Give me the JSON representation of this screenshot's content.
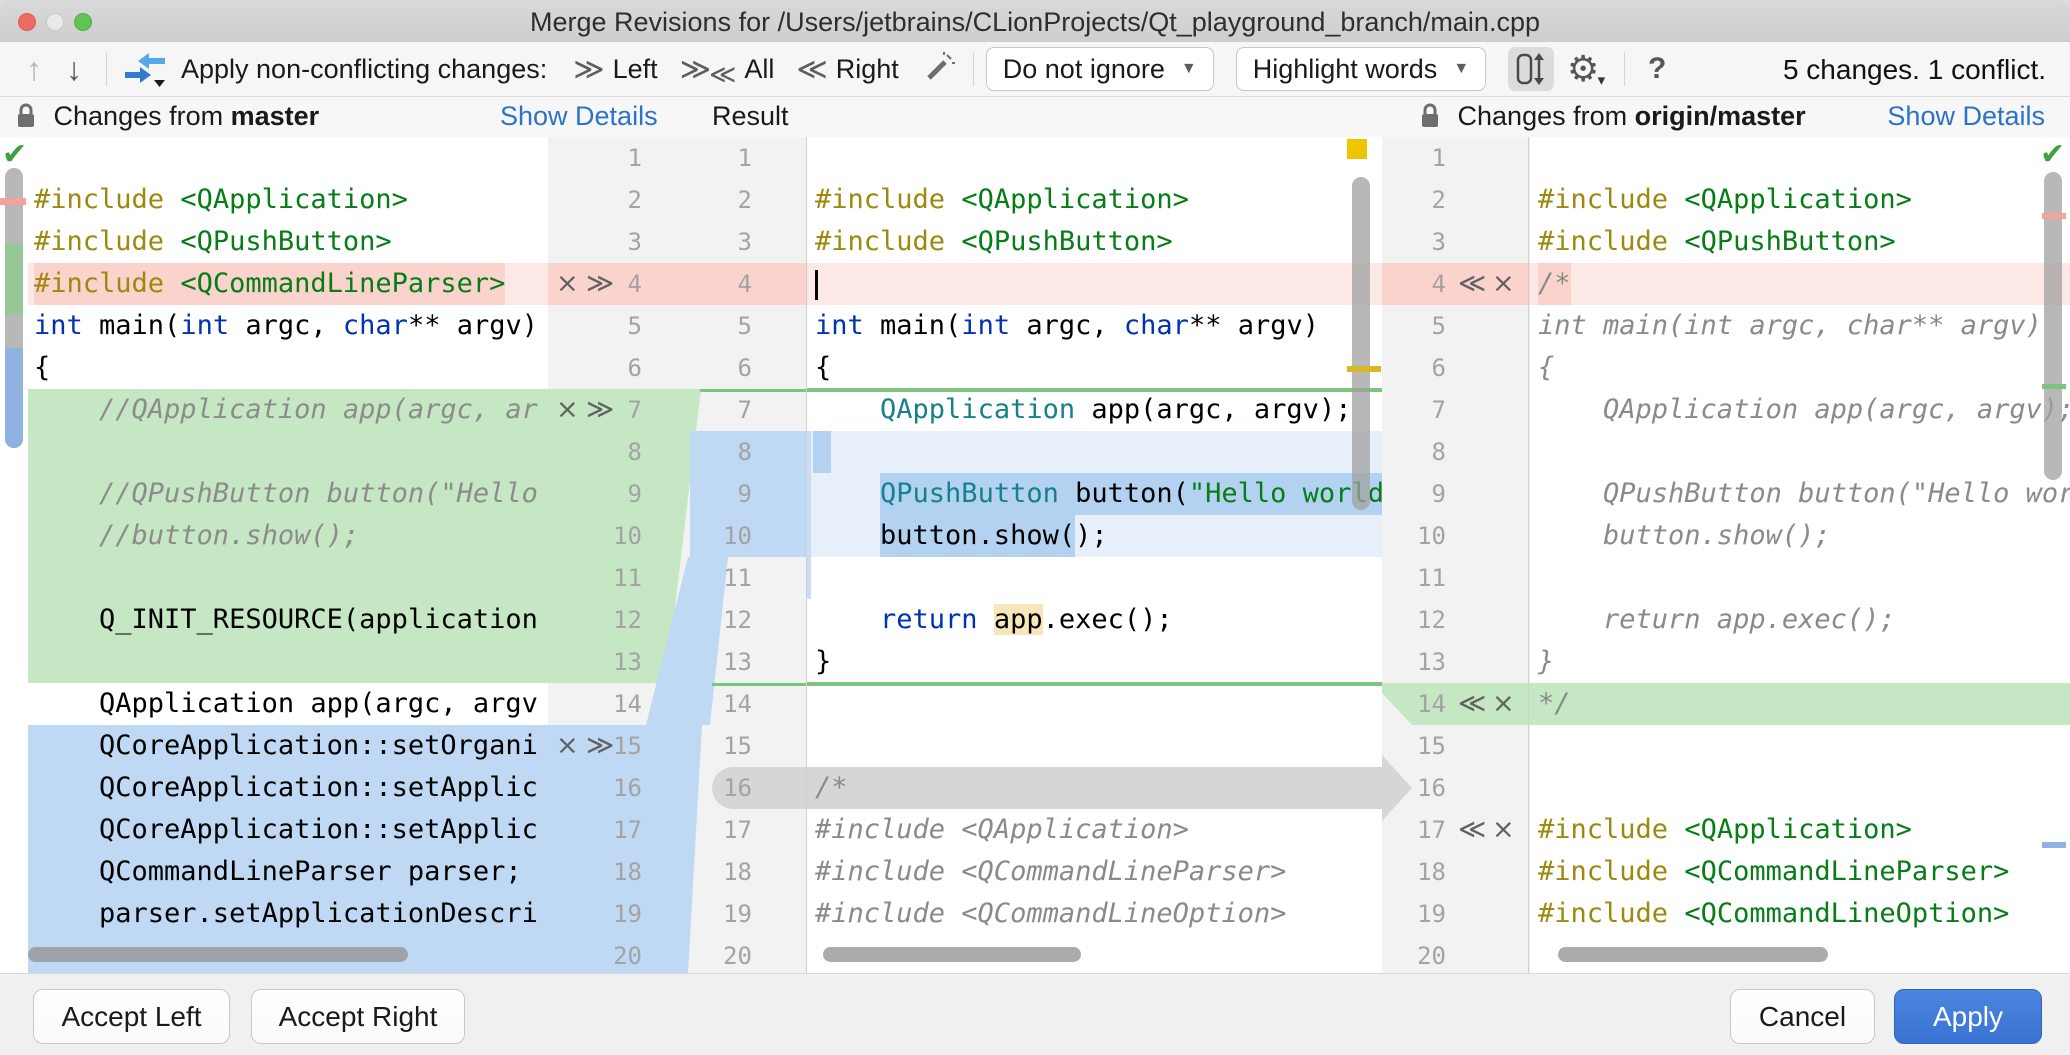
{
  "window": {
    "title": "Merge Revisions for /Users/jetbrains/CLionProjects/Qt_playground_branch/main.cpp"
  },
  "toolbar": {
    "apply_label": "Apply non-conflicting changes:",
    "apply_left": "Left",
    "apply_all": "All",
    "apply_right": "Right",
    "ignore_value": "Do not ignore",
    "highlight_value": "Highlight words",
    "help": "?",
    "summary": "5 changes. 1 conflict."
  },
  "headers": {
    "left_prefix": "Changes from ",
    "left_branch": "master",
    "left_details": "Show Details",
    "result_title": "Result",
    "right_prefix": "Changes from ",
    "right_branch": "origin/master",
    "right_details": "Show Details"
  },
  "footer": {
    "accept_left": "Accept Left",
    "accept_right": "Accept Right",
    "cancel": "Cancel",
    "apply": "Apply"
  },
  "glyphs": {
    "up_arrow": "↑",
    "down_arrow": "↓",
    "chev_right": "≫",
    "chev_left": "≪",
    "cross": "×",
    "dropdown_caret": "▼",
    "gear": "⚙",
    "check": "✔",
    "menu_caret": "▾"
  },
  "colors": {
    "apply_button": "#3D7BD9",
    "link_blue": "#2D72C8",
    "insert_green": "#C5E7C4",
    "change_blue": "#BFD8F4",
    "delete_red": "#FAD3CC",
    "conflict_gray": "#D6D6D6",
    "word_highlight_yellow": "#F6E6BA",
    "marker_yellow": "#E3C10E"
  },
  "line_numbers": [
    1,
    2,
    3,
    4,
    5,
    6,
    7,
    8,
    9,
    10,
    11,
    12,
    13,
    14,
    15,
    16,
    17,
    18,
    19,
    20
  ],
  "gutters": {
    "middle_controls": [
      {
        "row": 4
      },
      {
        "row": 7
      },
      {
        "row": 15
      }
    ],
    "right_controls": [
      {
        "row": 4
      },
      {
        "row": 14
      },
      {
        "row": 17
      }
    ]
  },
  "panes": {
    "left": {
      "lines": [
        {
          "n": 1,
          "segs": []
        },
        {
          "n": 2,
          "segs": [
            [
              "pp",
              "#include "
            ],
            [
              "inc",
              "<QApplication>"
            ]
          ]
        },
        {
          "n": 3,
          "segs": [
            [
              "pp",
              "#include "
            ],
            [
              "inc",
              "<QPushButton>"
            ]
          ]
        },
        {
          "n": 4,
          "bg": "red2",
          "segs": [
            [
              "pp",
              "#include "
            ],
            [
              "inc",
              "<QCommandLineParser>"
            ]
          ]
        },
        {
          "n": 5,
          "segs": [
            [
              "kw",
              "int"
            ],
            [
              "pl",
              " main("
            ],
            [
              "kw",
              "int"
            ],
            [
              "pl",
              " argc, "
            ],
            [
              "kw",
              "char"
            ],
            [
              "pl",
              "** argv)"
            ]
          ]
        },
        {
          "n": 6,
          "segs": [
            [
              "pl",
              "{"
            ]
          ]
        },
        {
          "n": 7,
          "bg": "green",
          "segs": [
            [
              "com",
              "    //QApplication app(argc, ar"
            ]
          ]
        },
        {
          "n": 8,
          "bg": "green",
          "segs": []
        },
        {
          "n": 9,
          "bg": "green",
          "segs": [
            [
              "com",
              "    //QPushButton button(\"Hello"
            ]
          ]
        },
        {
          "n": 10,
          "bg": "green",
          "segs": [
            [
              "com",
              "    //button.show();"
            ]
          ]
        },
        {
          "n": 11,
          "bg": "green",
          "segs": []
        },
        {
          "n": 12,
          "bg": "green",
          "segs": [
            [
              "pl",
              "    Q_INIT_RESOURCE(application"
            ]
          ]
        },
        {
          "n": 13,
          "bg": "green",
          "segs": []
        },
        {
          "n": 14,
          "segs": [
            [
              "pl",
              "    QApplication app(argc, argv"
            ]
          ]
        },
        {
          "n": 15,
          "bg": "blue",
          "segs": [
            [
              "pl",
              "    QCoreApplication::setOrgani"
            ]
          ]
        },
        {
          "n": 16,
          "bg": "blue",
          "segs": [
            [
              "pl",
              "    QCoreApplication::setApplic"
            ]
          ]
        },
        {
          "n": 17,
          "bg": "blue",
          "segs": [
            [
              "pl",
              "    QCoreApplication::setApplic"
            ]
          ]
        },
        {
          "n": 18,
          "bg": "blue",
          "segs": [
            [
              "pl",
              "    QCommandLineParser parser;"
            ]
          ]
        },
        {
          "n": 19,
          "bg": "blue",
          "segs": [
            [
              "pl",
              "    parser.setApplicationDescri"
            ]
          ]
        },
        {
          "n": 20,
          "bg": "blue",
          "segs": []
        }
      ]
    },
    "result": {
      "lines": [
        {
          "n": 1,
          "segs": []
        },
        {
          "n": 2,
          "segs": [
            [
              "pp",
              "#include "
            ],
            [
              "inc",
              "<QApplication>"
            ]
          ]
        },
        {
          "n": 3,
          "segs": [
            [
              "pp",
              "#include "
            ],
            [
              "inc",
              "<QPushButton>"
            ]
          ]
        },
        {
          "n": 4,
          "bg": "redl",
          "segs": [
            [
              "caret",
              ""
            ]
          ]
        },
        {
          "n": 5,
          "segs": [
            [
              "kw",
              "int"
            ],
            [
              "pl",
              " main("
            ],
            [
              "kw",
              "int"
            ],
            [
              "pl",
              " argc, "
            ],
            [
              "kw",
              "char"
            ],
            [
              "pl",
              "** argv)"
            ]
          ]
        },
        {
          "n": 6,
          "segs": [
            [
              "pl",
              "{"
            ]
          ]
        },
        {
          "n": 7,
          "topline": true,
          "segs": [
            [
              "pl",
              "    "
            ],
            [
              "cls",
              "QApplication"
            ],
            [
              "pl",
              " app(argc, argv);"
            ]
          ]
        },
        {
          "n": 8,
          "bg": "bluel",
          "hlband": [
            6,
            18
          ],
          "segs": []
        },
        {
          "n": 9,
          "bg": "bluel",
          "hlband": [
            73,
            null
          ],
          "segs": [
            [
              "pl",
              "    "
            ],
            [
              "cls",
              "QPushButton"
            ],
            [
              "pl",
              " button("
            ],
            [
              "str",
              "\"Hello world"
            ]
          ]
        },
        {
          "n": 10,
          "bg": "bluel",
          "hlband": [
            73,
            195
          ],
          "segs": [
            [
              "pl",
              "    button.show();"
            ]
          ]
        },
        {
          "n": 11,
          "segs": []
        },
        {
          "n": 12,
          "segs": [
            [
              "pl",
              "    "
            ],
            [
              "kw",
              "return"
            ],
            [
              "pl",
              " "
            ],
            [
              "ylw",
              "app"
            ],
            [
              "pl",
              ".exec();"
            ]
          ]
        },
        {
          "n": 13,
          "segs": [
            [
              "pl",
              "}"
            ]
          ]
        },
        {
          "n": 14,
          "topline": true,
          "segs": []
        },
        {
          "n": 15,
          "segs": []
        },
        {
          "n": 16,
          "bg": "grayband",
          "segs": [
            [
              "gray",
              "/*"
            ]
          ]
        },
        {
          "n": 17,
          "segs": [
            [
              "gray",
              "#include <QApplication>"
            ]
          ]
        },
        {
          "n": 18,
          "segs": [
            [
              "gray",
              "#include <QCommandLineParser>"
            ]
          ]
        },
        {
          "n": 19,
          "segs": [
            [
              "gray",
              "#include <QCommandLineOption>"
            ]
          ]
        },
        {
          "n": 20,
          "segs": []
        }
      ]
    },
    "right": {
      "lines": [
        {
          "n": 1,
          "segs": []
        },
        {
          "n": 2,
          "segs": [
            [
              "pp",
              "#include "
            ],
            [
              "inc",
              "<QApplication>"
            ]
          ]
        },
        {
          "n": 3,
          "segs": [
            [
              "pp",
              "#include "
            ],
            [
              "inc",
              "<QPushButton>"
            ]
          ]
        },
        {
          "n": 4,
          "bg": "red2",
          "segs": [
            [
              "gray",
              "/*"
            ]
          ]
        },
        {
          "n": 5,
          "segs": [
            [
              "gray",
              "int main(int argc, char** argv)"
            ]
          ]
        },
        {
          "n": 6,
          "segs": [
            [
              "gray",
              "{"
            ]
          ]
        },
        {
          "n": 7,
          "segs": [
            [
              "gray",
              "    QApplication app(argc, argv);"
            ]
          ]
        },
        {
          "n": 8,
          "segs": []
        },
        {
          "n": 9,
          "segs": [
            [
              "gray",
              "    QPushButton button(\"Hello wor"
            ]
          ]
        },
        {
          "n": 10,
          "segs": [
            [
              "gray",
              "    button.show();"
            ]
          ]
        },
        {
          "n": 11,
          "segs": []
        },
        {
          "n": 12,
          "segs": [
            [
              "gray",
              "    return app.exec();"
            ]
          ]
        },
        {
          "n": 13,
          "segs": [
            [
              "gray",
              "}"
            ]
          ]
        },
        {
          "n": 14,
          "bg": "green",
          "segs": [
            [
              "gray",
              "*/"
            ]
          ]
        },
        {
          "n": 15,
          "segs": []
        },
        {
          "n": 16,
          "segs": []
        },
        {
          "n": 17,
          "segs": [
            [
              "pp",
              "#include "
            ],
            [
              "inc",
              "<QApplication>"
            ]
          ]
        },
        {
          "n": 18,
          "segs": [
            [
              "pp",
              "#include "
            ],
            [
              "inc",
              "<QCommandLineParser>"
            ]
          ]
        },
        {
          "n": 19,
          "segs": [
            [
              "pp",
              "#include "
            ],
            [
              "inc",
              "<QCommandLineOption>"
            ]
          ]
        },
        {
          "n": 20,
          "segs": []
        }
      ]
    }
  }
}
